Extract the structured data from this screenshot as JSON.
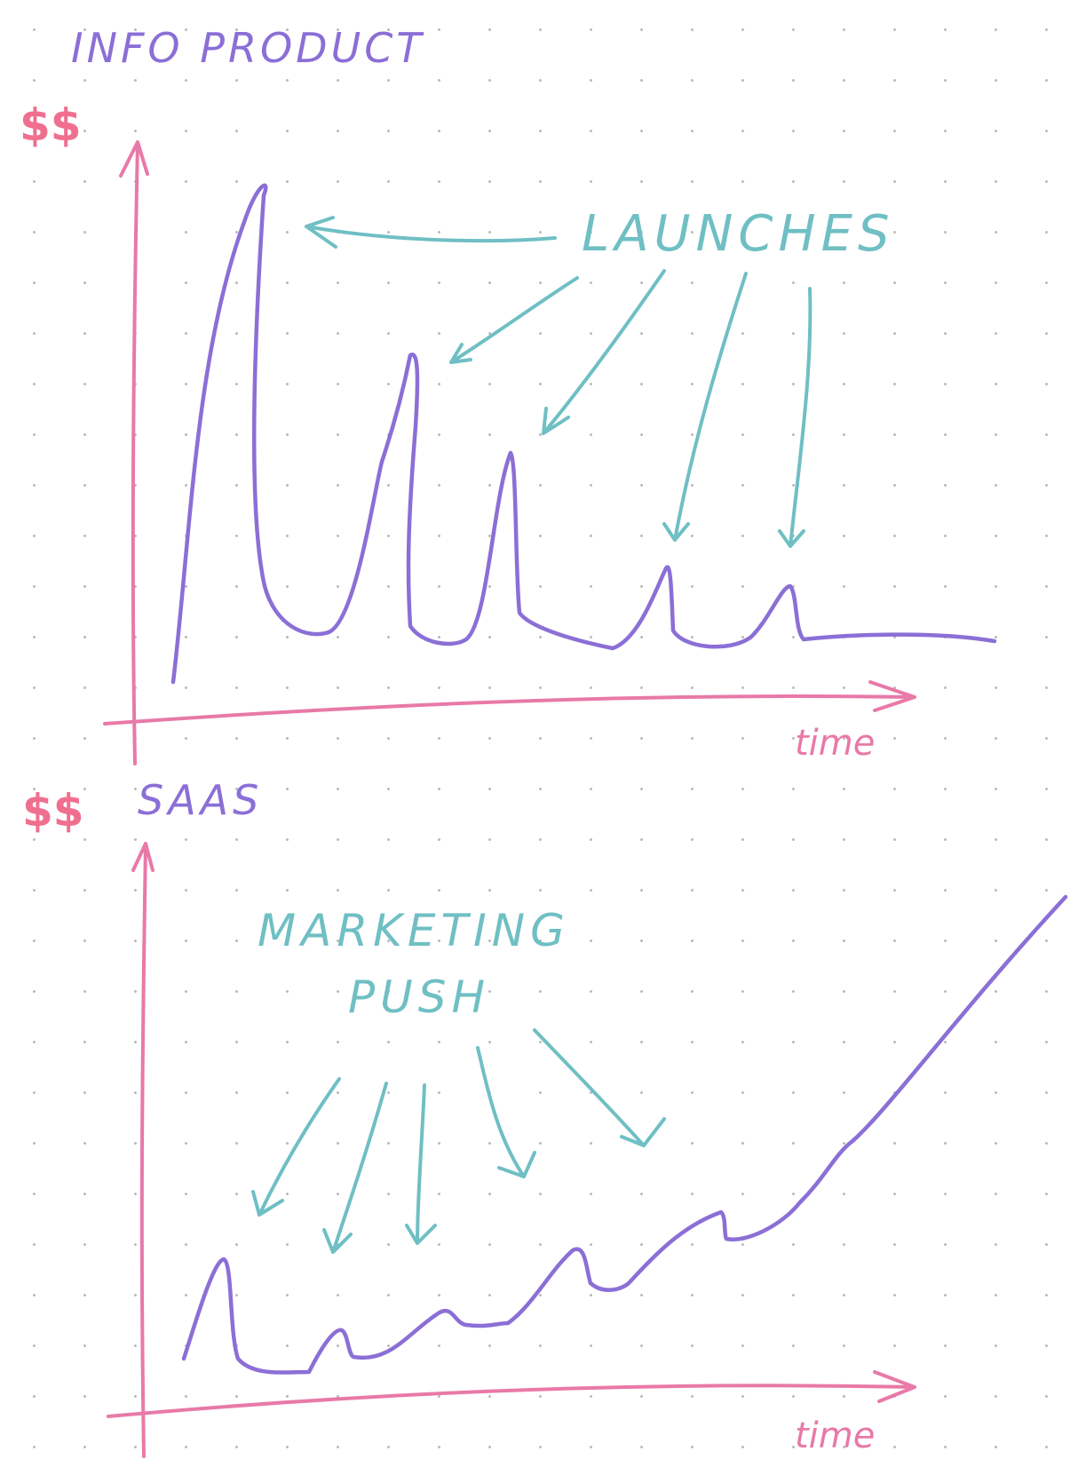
{
  "colors": {
    "axis": "#e879a8",
    "curve": "#8b6fd6",
    "annotation": "#6fbfc4",
    "title": "#8b6fd6"
  },
  "top_chart": {
    "title": "INFO PRODUCT",
    "y_label": "$$",
    "x_label": "time",
    "annotation": "LAUNCHES"
  },
  "bottom_chart": {
    "title": "SAAS",
    "y_label": "$$",
    "x_label": "time",
    "annotation_line1": "MARKETING",
    "annotation_line2": "PUSH"
  }
}
